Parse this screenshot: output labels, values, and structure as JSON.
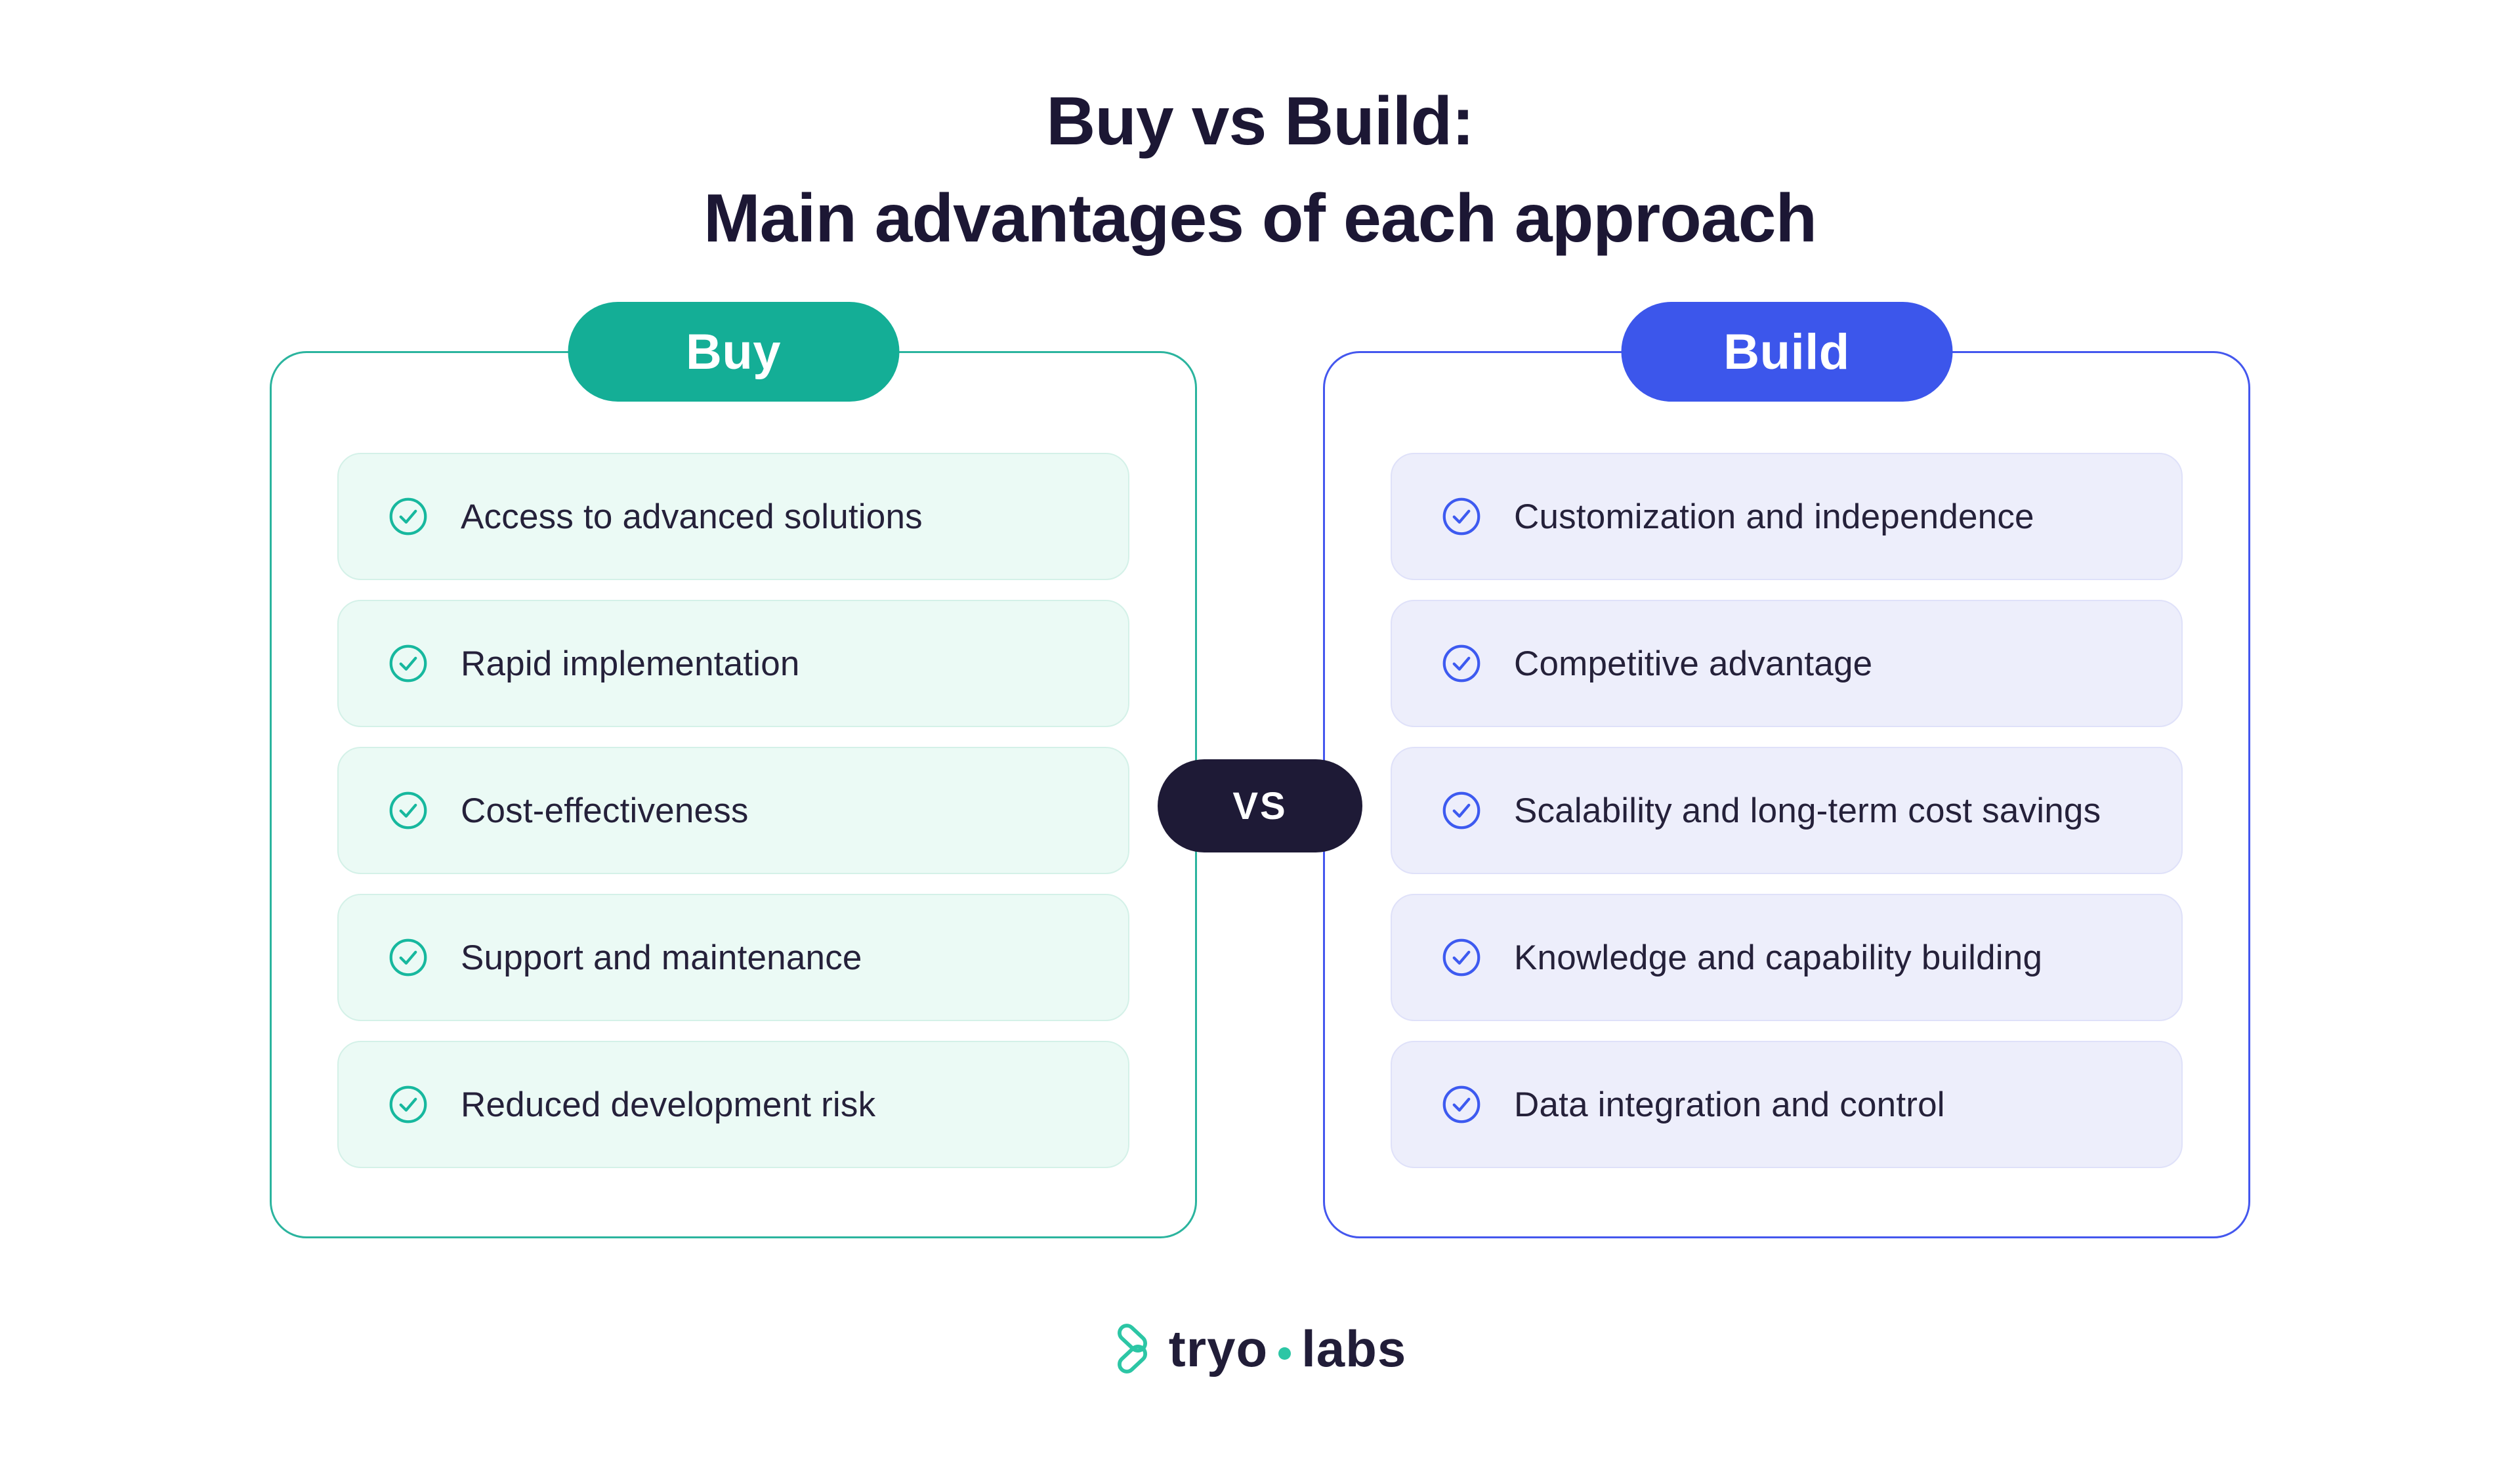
{
  "title": {
    "line1": "Buy vs Build:",
    "line2": "Main advantages of each approach"
  },
  "vs_label": "VS",
  "columns": [
    {
      "id": "buy",
      "header": "Buy",
      "accent_color": "#14AE96",
      "card_border_color": "#2BB49E",
      "item_background_color": "#EBFAF5",
      "check_icon": "check-circle-icon",
      "items": [
        "Access to advanced solutions",
        "Rapid implementation",
        "Cost-effectiveness",
        "Support and maintenance",
        "Reduced development risk"
      ]
    },
    {
      "id": "build",
      "header": "Build",
      "accent_color": "#3C56EB",
      "card_border_color": "#4457EE",
      "item_background_color": "#EDEEFB",
      "check_icon": "check-circle-icon",
      "items": [
        "Customization and independence",
        "Competitive advantage",
        "Scalability and long-term cost savings",
        "Knowledge and capability building",
        "Data integration and control"
      ]
    }
  ],
  "vs_badge_color": "#1E1A36",
  "text_color": "#1C1734",
  "logo": {
    "part1": "tryo",
    "part2": "labs",
    "icon": "tryolabs-chevron-icon",
    "icon_color": "#2CC6A5",
    "text_color": "#211D38"
  }
}
